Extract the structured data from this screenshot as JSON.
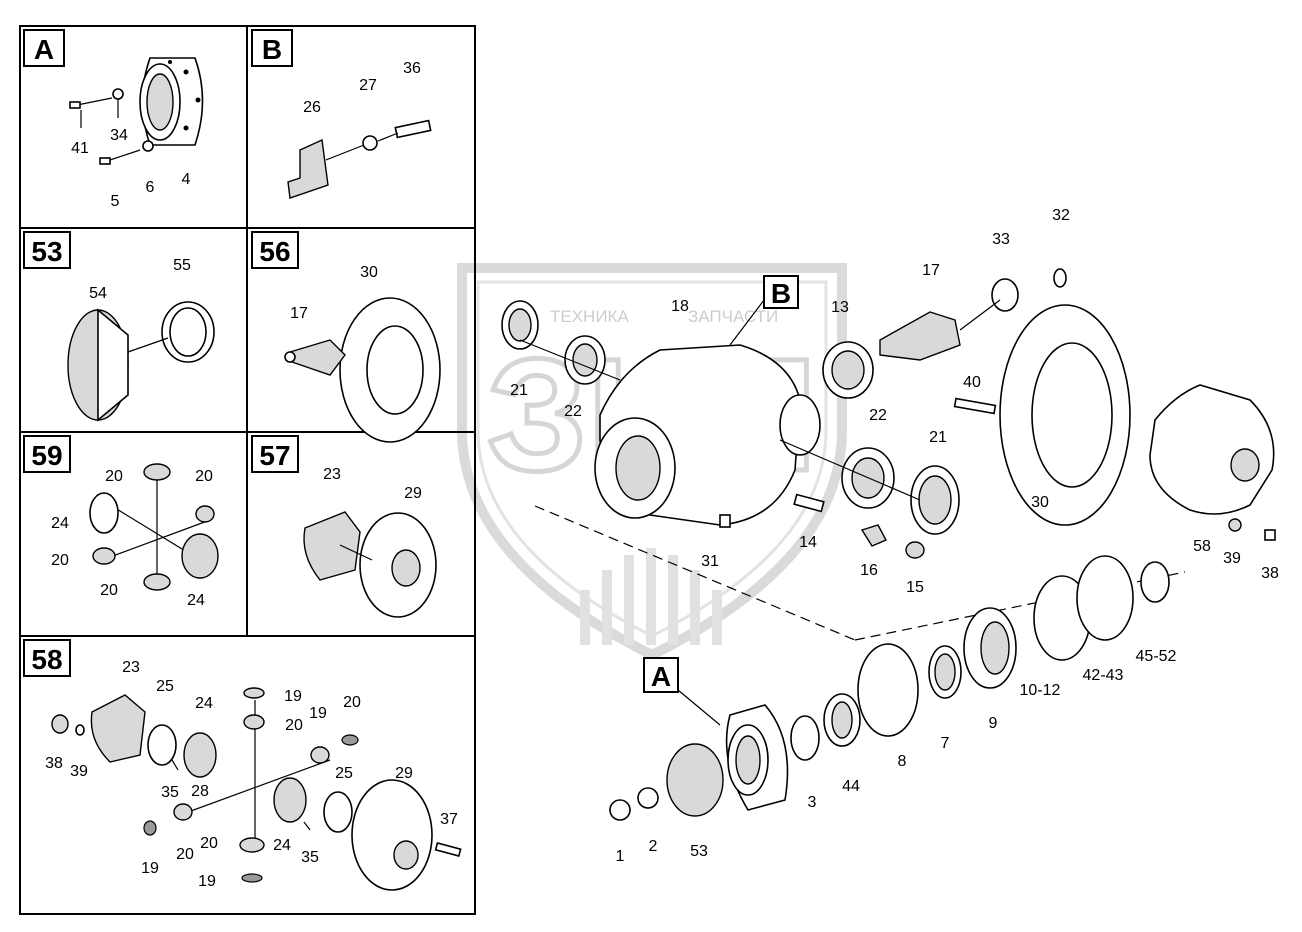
{
  "watermark": {
    "logo_text": "ЗИП",
    "caption_left": "ТЕХНИКА",
    "caption_right": "ЗАПЧАСТИ"
  },
  "panels": [
    {
      "id": "A",
      "title": "A"
    },
    {
      "id": "B",
      "title": "B"
    },
    {
      "id": "53",
      "title": "53"
    },
    {
      "id": "56",
      "title": "56"
    },
    {
      "id": "59",
      "title": "59"
    },
    {
      "id": "57",
      "title": "57"
    },
    {
      "id": "58",
      "title": "58"
    }
  ],
  "main_callouts": {
    "b": "B",
    "a": "A"
  },
  "labels": {
    "pA": [
      "41",
      "34",
      "5",
      "6",
      "4"
    ],
    "pB": [
      "26",
      "27",
      "36"
    ],
    "p53": [
      "54",
      "55"
    ],
    "p56": [
      "17",
      "30"
    ],
    "p59": [
      "20",
      "20",
      "24",
      "20",
      "20",
      "24"
    ],
    "p57": [
      "23",
      "29"
    ],
    "p58": [
      "23",
      "25",
      "24",
      "19",
      "20",
      "20",
      "19",
      "38",
      "39",
      "35",
      "28",
      "19",
      "20",
      "20",
      "24",
      "25",
      "35",
      "29",
      "37",
      "19"
    ],
    "main": [
      "21",
      "22",
      "18",
      "13",
      "17",
      "33",
      "32",
      "40",
      "22",
      "21",
      "30",
      "58",
      "39",
      "38",
      "31",
      "14",
      "16",
      "15",
      "1",
      "2",
      "53",
      "3",
      "44",
      "8",
      "7",
      "9",
      "10-12",
      "42-43",
      "45-52"
    ]
  }
}
